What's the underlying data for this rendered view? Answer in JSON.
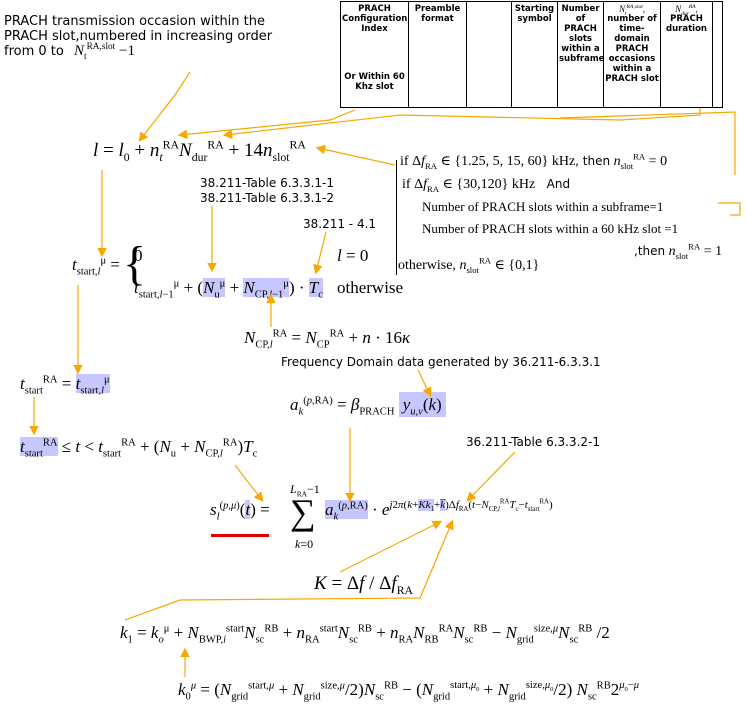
{
  "notes": {
    "prach_occasion_line1": "PRACH transmission occasion within the",
    "prach_occasion_line2": "PRACH slot,numbered in increasing order",
    "prach_occasion_line3": "from 0 to",
    "table_ref_1": "38.211-Table 6.3.3.1-1",
    "table_ref_2": "38.211-Table 6.3.3.1-2",
    "ref_4_1": "38.211 - 4.1",
    "freq_domain": "Frequency Domain data generated by 36.211-6.3.3.1",
    "ref_table_6332": "36.211-Table 6.3.3.2-1",
    "then1": ", then",
    "and": "And",
    "prach_slots_subframe": "Number of PRACH slots within a subframe=1",
    "prach_slots_60k": "Number of PRACH slots within a 60 kHz slot =1",
    "then2": ",then",
    "otherwise": "otherwise,",
    "otherwise_eq": "otherwise",
    "kHz1": "kHz",
    "kHz2": "kHz",
    "if1": "if",
    "if2": "if"
  },
  "table": {
    "col1_header": "PRACH Configuration Index",
    "col1_footer": "Or Within 60 Khz slot",
    "col2": "Preamble format",
    "col3": "",
    "col4": "Starting symbol",
    "col5": "Number of PRACH slots within a subframe",
    "col6": "number of time-domain PRACH occasions within a PRACH slot",
    "col7": "PRACH duration"
  },
  "colors": {
    "arrow": "#f5a800",
    "highlight": "#c7c7ff",
    "underline": "#e00000"
  }
}
